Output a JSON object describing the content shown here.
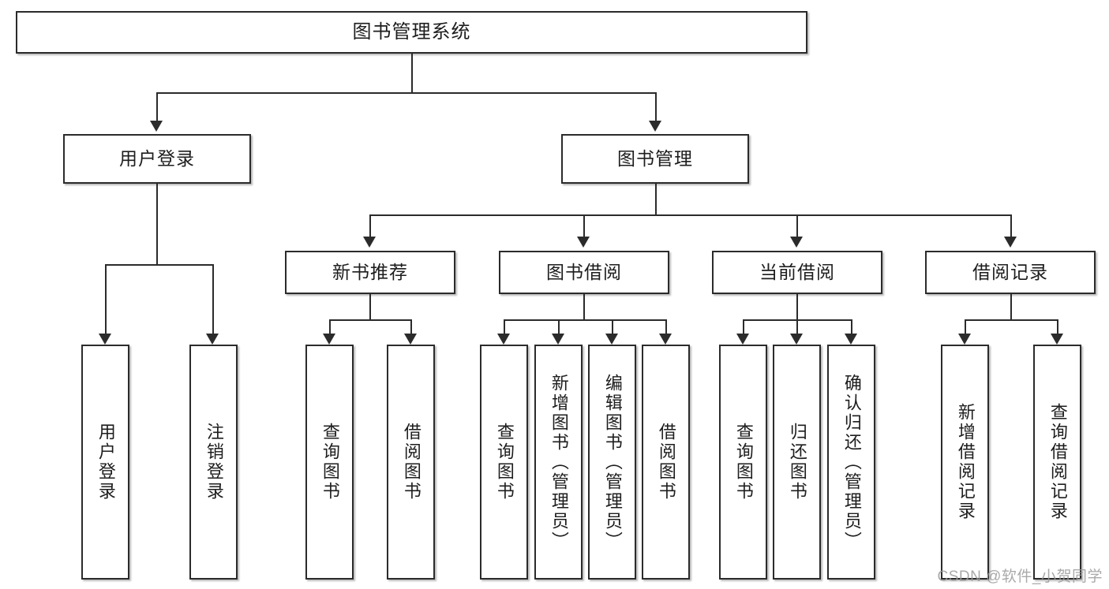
{
  "diagram": {
    "title": "图书管理系统",
    "type": "tree-hierarchy",
    "watermark": "CSDN @软件_小贺同学",
    "colors": {
      "box_border": "#2b2b2b",
      "box_fill": "#ffffff",
      "connector": "#2b2b2b",
      "text": "#1d1d1d",
      "watermark": "#9b9b9b"
    }
  },
  "root": {
    "label": "图书管理系统"
  },
  "level2": [
    {
      "label": "用户登录"
    },
    {
      "label": "图书管理"
    }
  ],
  "level3": [
    {
      "label": "新书推荐"
    },
    {
      "label": "图书借阅"
    },
    {
      "label": "当前借阅"
    },
    {
      "label": "借阅记录"
    }
  ],
  "leaves": {
    "user_login": [
      {
        "label": "用户登录"
      },
      {
        "label": "注销登录"
      }
    ],
    "new_book_recommend": [
      {
        "label": "查询图书"
      },
      {
        "label": "借阅图书"
      }
    ],
    "book_borrow": [
      {
        "label": "查询图书"
      },
      {
        "label": "新增图书（管理员）"
      },
      {
        "label": "编辑图书（管理员）"
      },
      {
        "label": "借阅图书"
      }
    ],
    "current_borrow": [
      {
        "label": "查询图书"
      },
      {
        "label": "归还图书"
      },
      {
        "label": "确认归还（管理员）"
      }
    ],
    "borrow_record": [
      {
        "label": "新增借阅记录"
      },
      {
        "label": "查询借阅记录"
      }
    ]
  }
}
